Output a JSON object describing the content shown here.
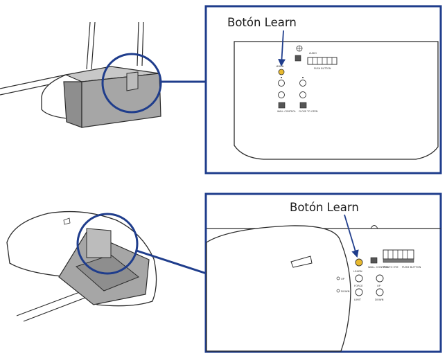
{
  "panels": [
    {
      "callout": "Botón Learn",
      "labels": [
        "LEARN",
        "WALL CONTROL",
        "CLOSE TO OPEN",
        "PUSH BUTTON",
        "AUDIO"
      ]
    },
    {
      "callout": "Botón Learn",
      "labels": [
        "LEARN",
        "WALL CONTROL",
        "UP",
        "DOWN",
        "FORCE",
        "LIMIT",
        "PHOTO EYE",
        "PUSH BUTTON"
      ]
    }
  ],
  "colors": {
    "frame": "#1f3d8c",
    "learn_button": "#e8b92e",
    "housing": "#a6a6a6",
    "housing_dark": "#8e8e8e",
    "outline": "#2b2b2b"
  }
}
